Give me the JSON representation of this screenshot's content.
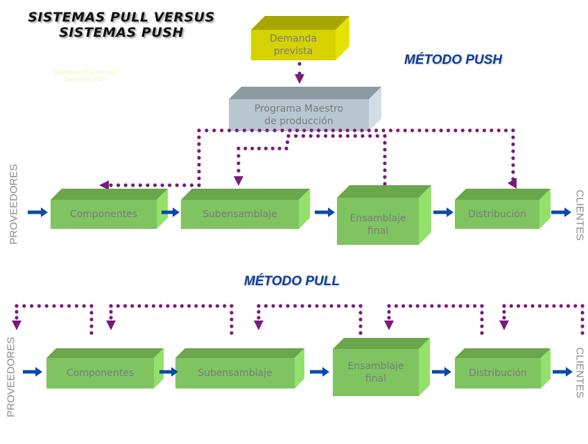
{
  "title": {
    "line1": "SISTEMAS PULL VERSUS",
    "line2": "SISTEMAS PUSH"
  },
  "faint_subtitle": {
    "line1": "Sistemas Pull versus",
    "line2": "Sistemas Psh"
  },
  "push": {
    "heading": "MÉTODO PUSH",
    "demand_box": {
      "line1": "Demanda",
      "line2": "prevista"
    },
    "master_box": {
      "line1": "Programa Maestro",
      "line2": "de producción"
    },
    "stages": [
      {
        "line1": "Componentes",
        "line2": ""
      },
      {
        "line1": "Subensamblaje",
        "line2": ""
      },
      {
        "line1": "Ensamblaje",
        "line2": "final"
      },
      {
        "line1": "Distribución",
        "line2": ""
      }
    ],
    "left_label": "PROVEEDORES",
    "right_label": "CLIENTES"
  },
  "pull": {
    "heading": "MÉTODO PULL",
    "stages": [
      {
        "line1": "Componentes",
        "line2": ""
      },
      {
        "line1": "Subensamblaje",
        "line2": ""
      },
      {
        "line1": "Ensamblaje",
        "line2": "final"
      },
      {
        "line1": "Distribución",
        "line2": ""
      }
    ],
    "left_label": "PROVEEDORES",
    "right_label": "CLIENTES"
  },
  "colors": {
    "green_front": "#80c462",
    "green_top": "#6aa64c",
    "green_side": "#93e06a",
    "yellow_front": "#d6d200",
    "yellow_top": "#a8a600",
    "yellow_side": "#e6e200",
    "gray_front": "#b8c6d0",
    "gray_top": "#8e9aa2",
    "gray_side": "#d2dde6",
    "flow_arrow": "#0a4aa8",
    "info_arrow": "#7a1a7a",
    "heading_blue": "#0d3d9e"
  }
}
